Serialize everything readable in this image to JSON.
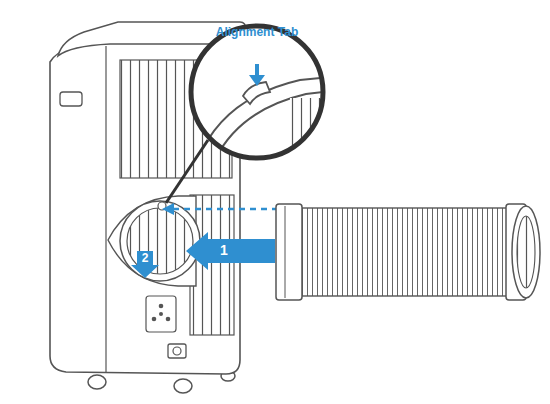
{
  "diagram": {
    "labels": [
      "Alignment Tab",
      "1",
      "2"
    ]
  }
}
